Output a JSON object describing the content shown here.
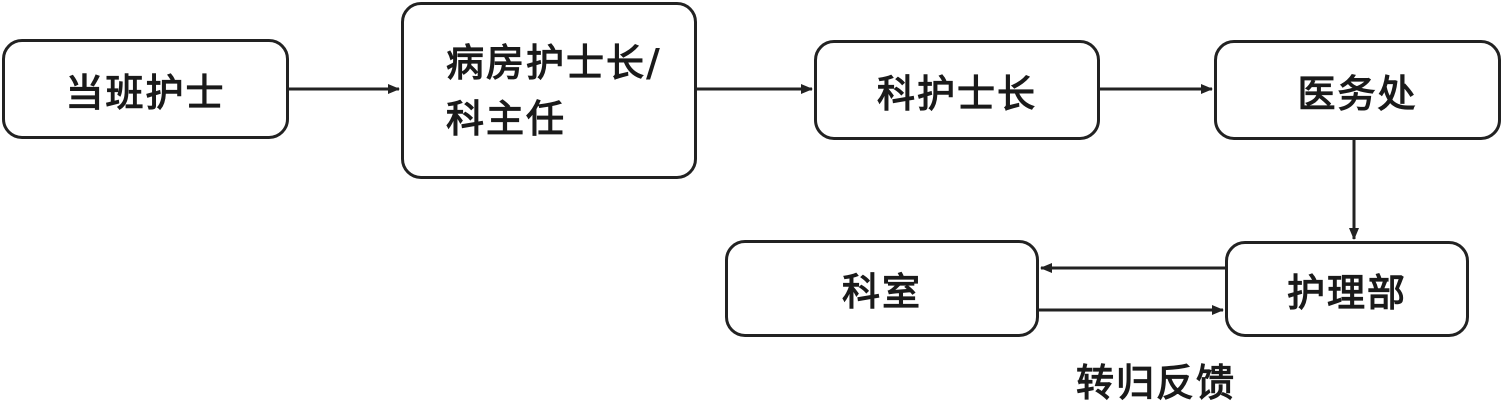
{
  "nodes": {
    "duty_nurse": "当班护士",
    "ward_head": [
      "病房护士长/",
      "科主任"
    ],
    "dept_head_nurse": "科护士长",
    "medical_affairs": "医务处",
    "nursing_dept": "护理部",
    "department": "科室"
  },
  "caption": "转归反馈",
  "colors": {
    "stroke": "#222222",
    "text": "#1a1a1a",
    "background": "#ffffff"
  }
}
